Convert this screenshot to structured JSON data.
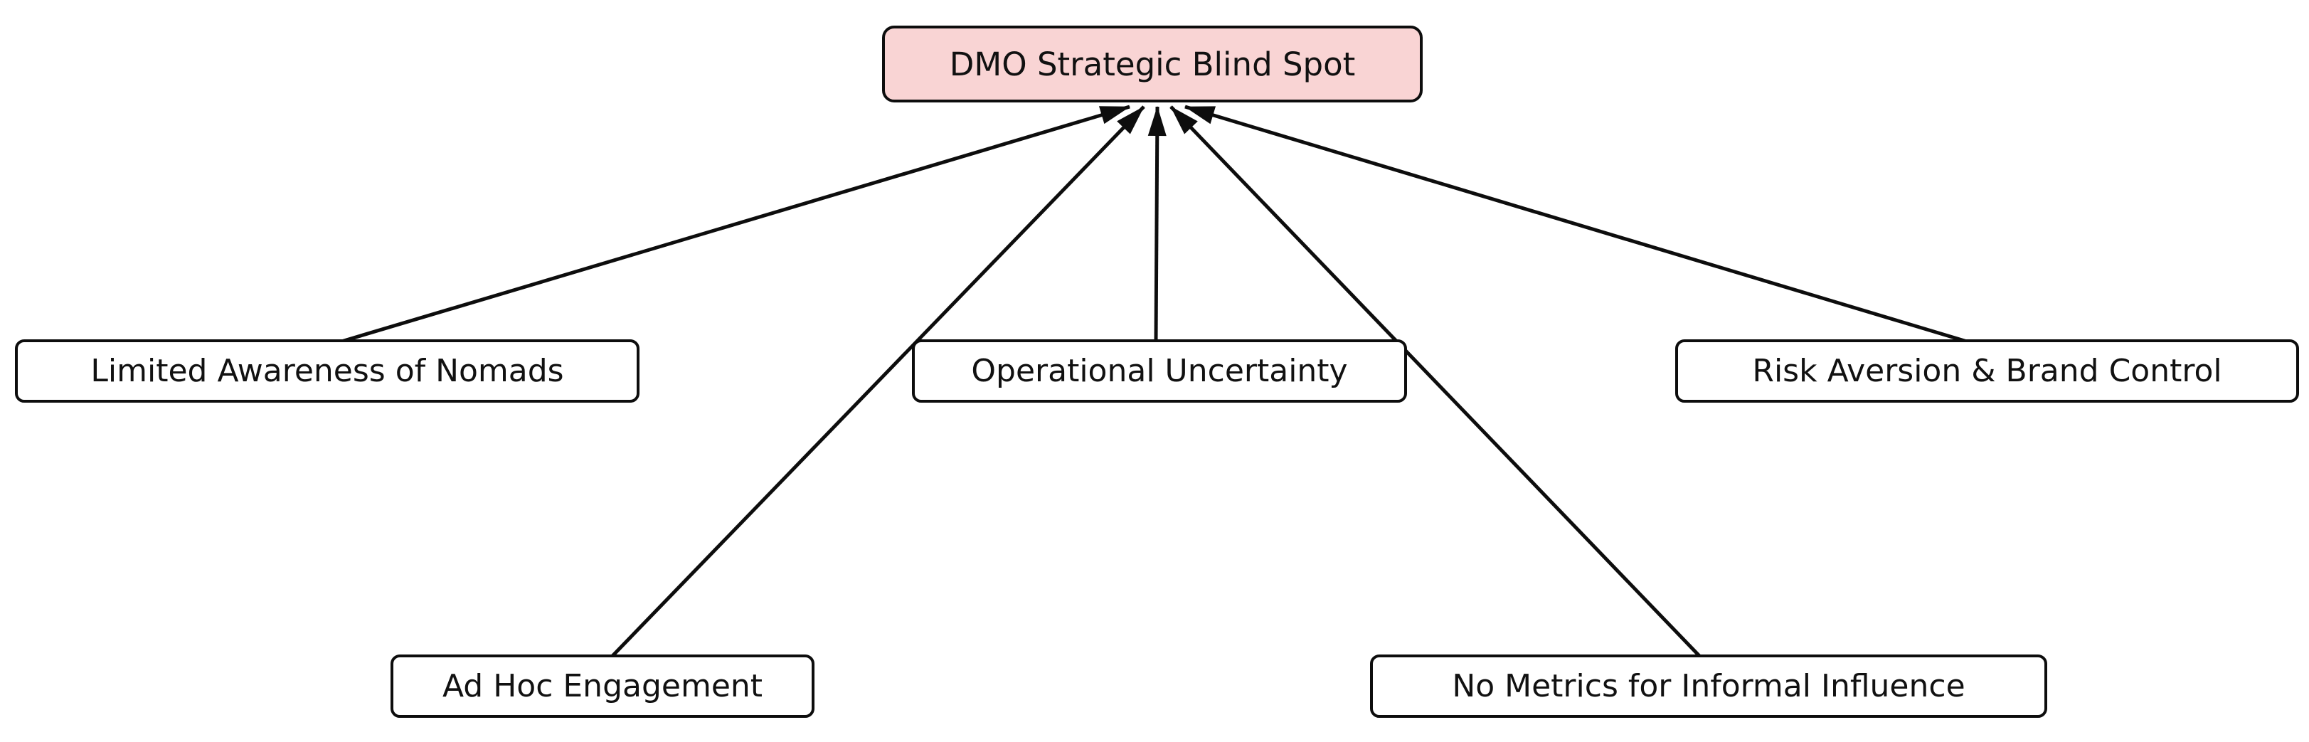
{
  "diagram": {
    "type": "flowchart",
    "direction": "bottom-up-converging",
    "root": {
      "label": "DMO Strategic Blind Spot",
      "fill": "#f9d4d4",
      "stroke": "#0d0d0d"
    },
    "factors": [
      {
        "label": "Limited Awareness of Nomads"
      },
      {
        "label": "Ad Hoc Engagement"
      },
      {
        "label": "Operational Uncertainty"
      },
      {
        "label": "No Metrics for Informal Influence"
      },
      {
        "label": "Risk Aversion & Brand Control"
      }
    ],
    "edges": [
      {
        "from": "Limited Awareness of Nomads",
        "to": "DMO Strategic Blind Spot",
        "arrow": "filled-triangle"
      },
      {
        "from": "Ad Hoc Engagement",
        "to": "DMO Strategic Blind Spot",
        "arrow": "filled-triangle"
      },
      {
        "from": "Operational Uncertainty",
        "to": "DMO Strategic Blind Spot",
        "arrow": "filled-triangle"
      },
      {
        "from": "No Metrics for Informal Influence",
        "to": "DMO Strategic Blind Spot",
        "arrow": "filled-triangle"
      },
      {
        "from": "Risk Aversion & Brand Control",
        "to": "DMO Strategic Blind Spot",
        "arrow": "filled-triangle"
      }
    ],
    "colors": {
      "root_fill": "#f9d4d4",
      "factor_fill": "#ffffff",
      "stroke": "#0d0d0d",
      "background": "#ffffff"
    }
  }
}
